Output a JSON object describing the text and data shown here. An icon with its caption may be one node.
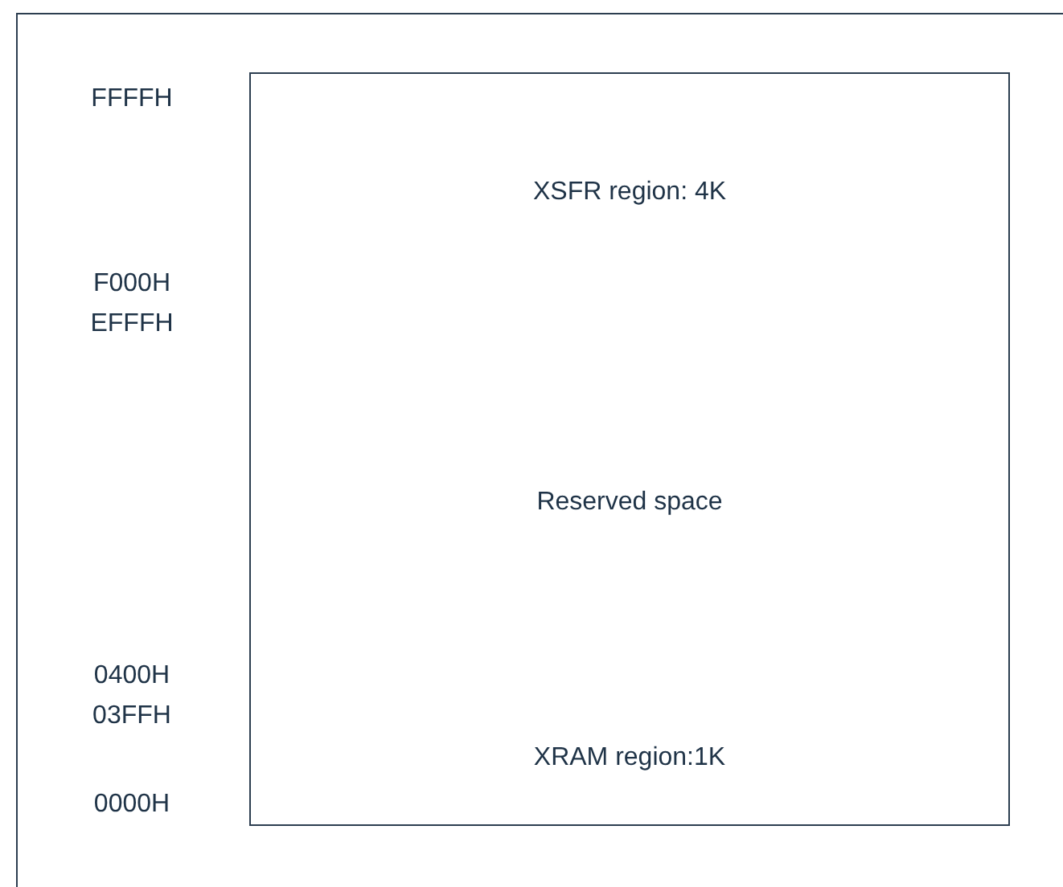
{
  "diagram": {
    "nodes": [
      {
        "text": [
          "XSFR region: 4K"
        ]
      },
      {
        "text": [
          "Reserved space"
        ]
      },
      {
        "text": [
          "XRAM region:1K"
        ]
      }
    ],
    "labels": [
      "FFFFH",
      "F000H",
      "EFFFH",
      "0400H",
      "03FFH",
      "0000H"
    ]
  }
}
